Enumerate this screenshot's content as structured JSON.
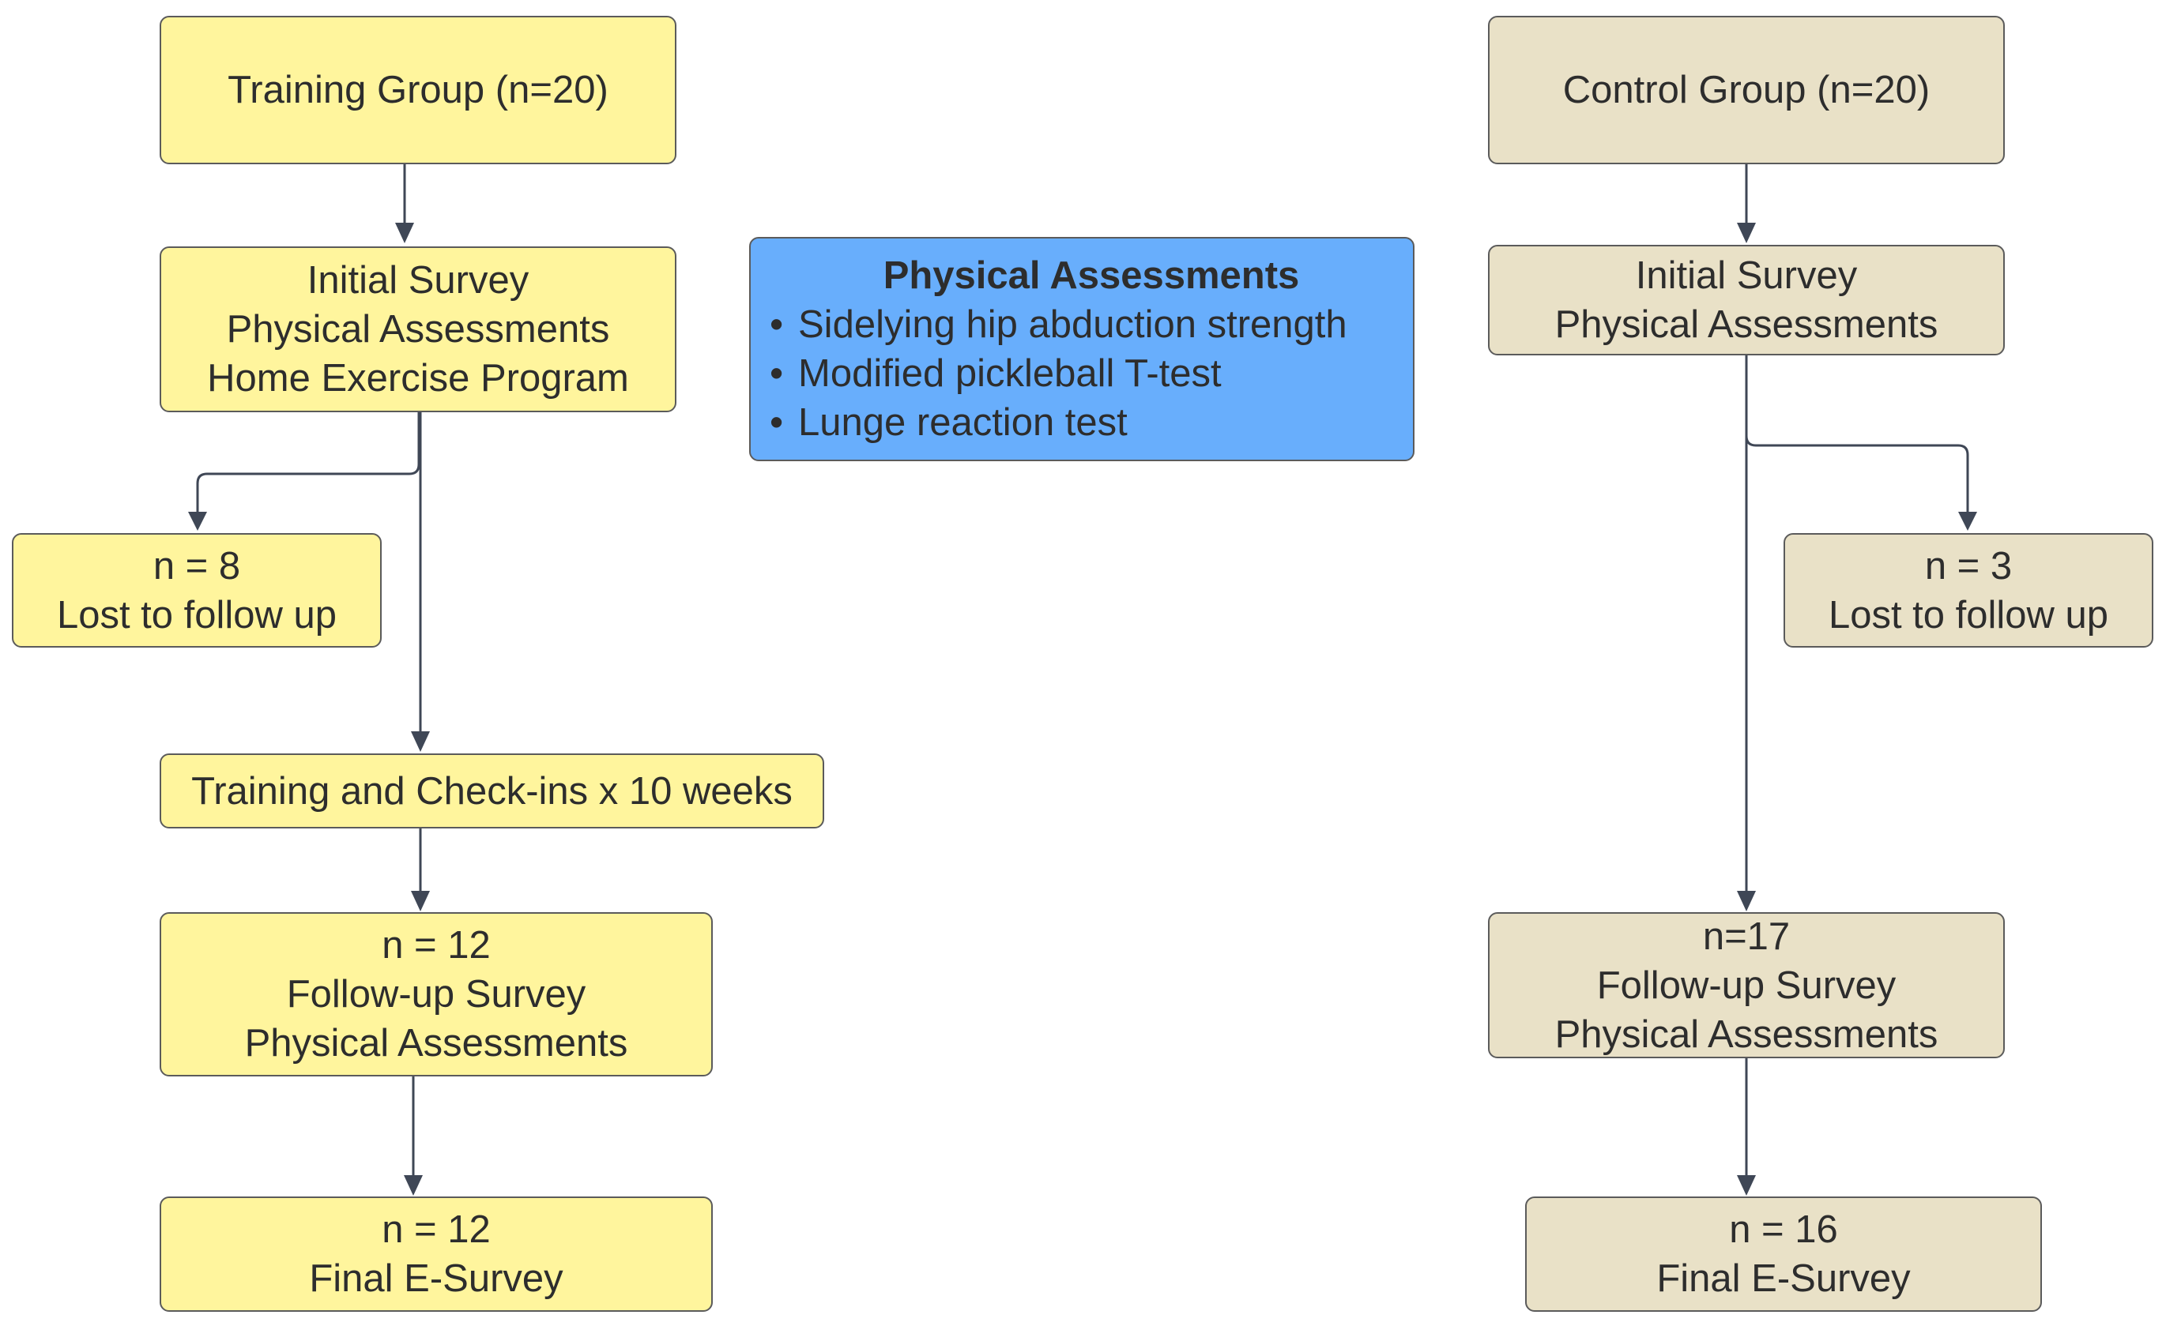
{
  "training": {
    "group": [
      "Training Group (n=20)"
    ],
    "initial": [
      "Initial Survey",
      "Physical Assessments",
      "Home Exercise Program"
    ],
    "lost": [
      "n = 8",
      "Lost to follow up"
    ],
    "training": [
      "Training and Check-ins x 10 weeks"
    ],
    "followup": [
      "n = 12",
      "Follow-up Survey",
      "Physical Assessments"
    ],
    "final": [
      "n = 12",
      "Final E-Survey"
    ]
  },
  "control": {
    "group": [
      "Control Group (n=20)"
    ],
    "initial": [
      "Initial Survey",
      "Physical Assessments"
    ],
    "lost": [
      "n = 3",
      "Lost to follow up"
    ],
    "followup": [
      "n=17",
      "Follow-up Survey",
      "Physical Assessments"
    ],
    "final": [
      "n = 16",
      "Final E-Survey"
    ]
  },
  "assessments": {
    "title": "Physical Assessments",
    "bullet": "•",
    "items": [
      "Sidelying hip abduction strength",
      "Modified pickleball T-test",
      "Lunge reaction test"
    ]
  },
  "colors": {
    "training_fill": "#fff59d",
    "control_fill": "#e9e1c7",
    "assessments_fill": "#68aefc",
    "border": "#5b5b5b",
    "connector": "#3f4756",
    "text": "#2d2d2d"
  }
}
